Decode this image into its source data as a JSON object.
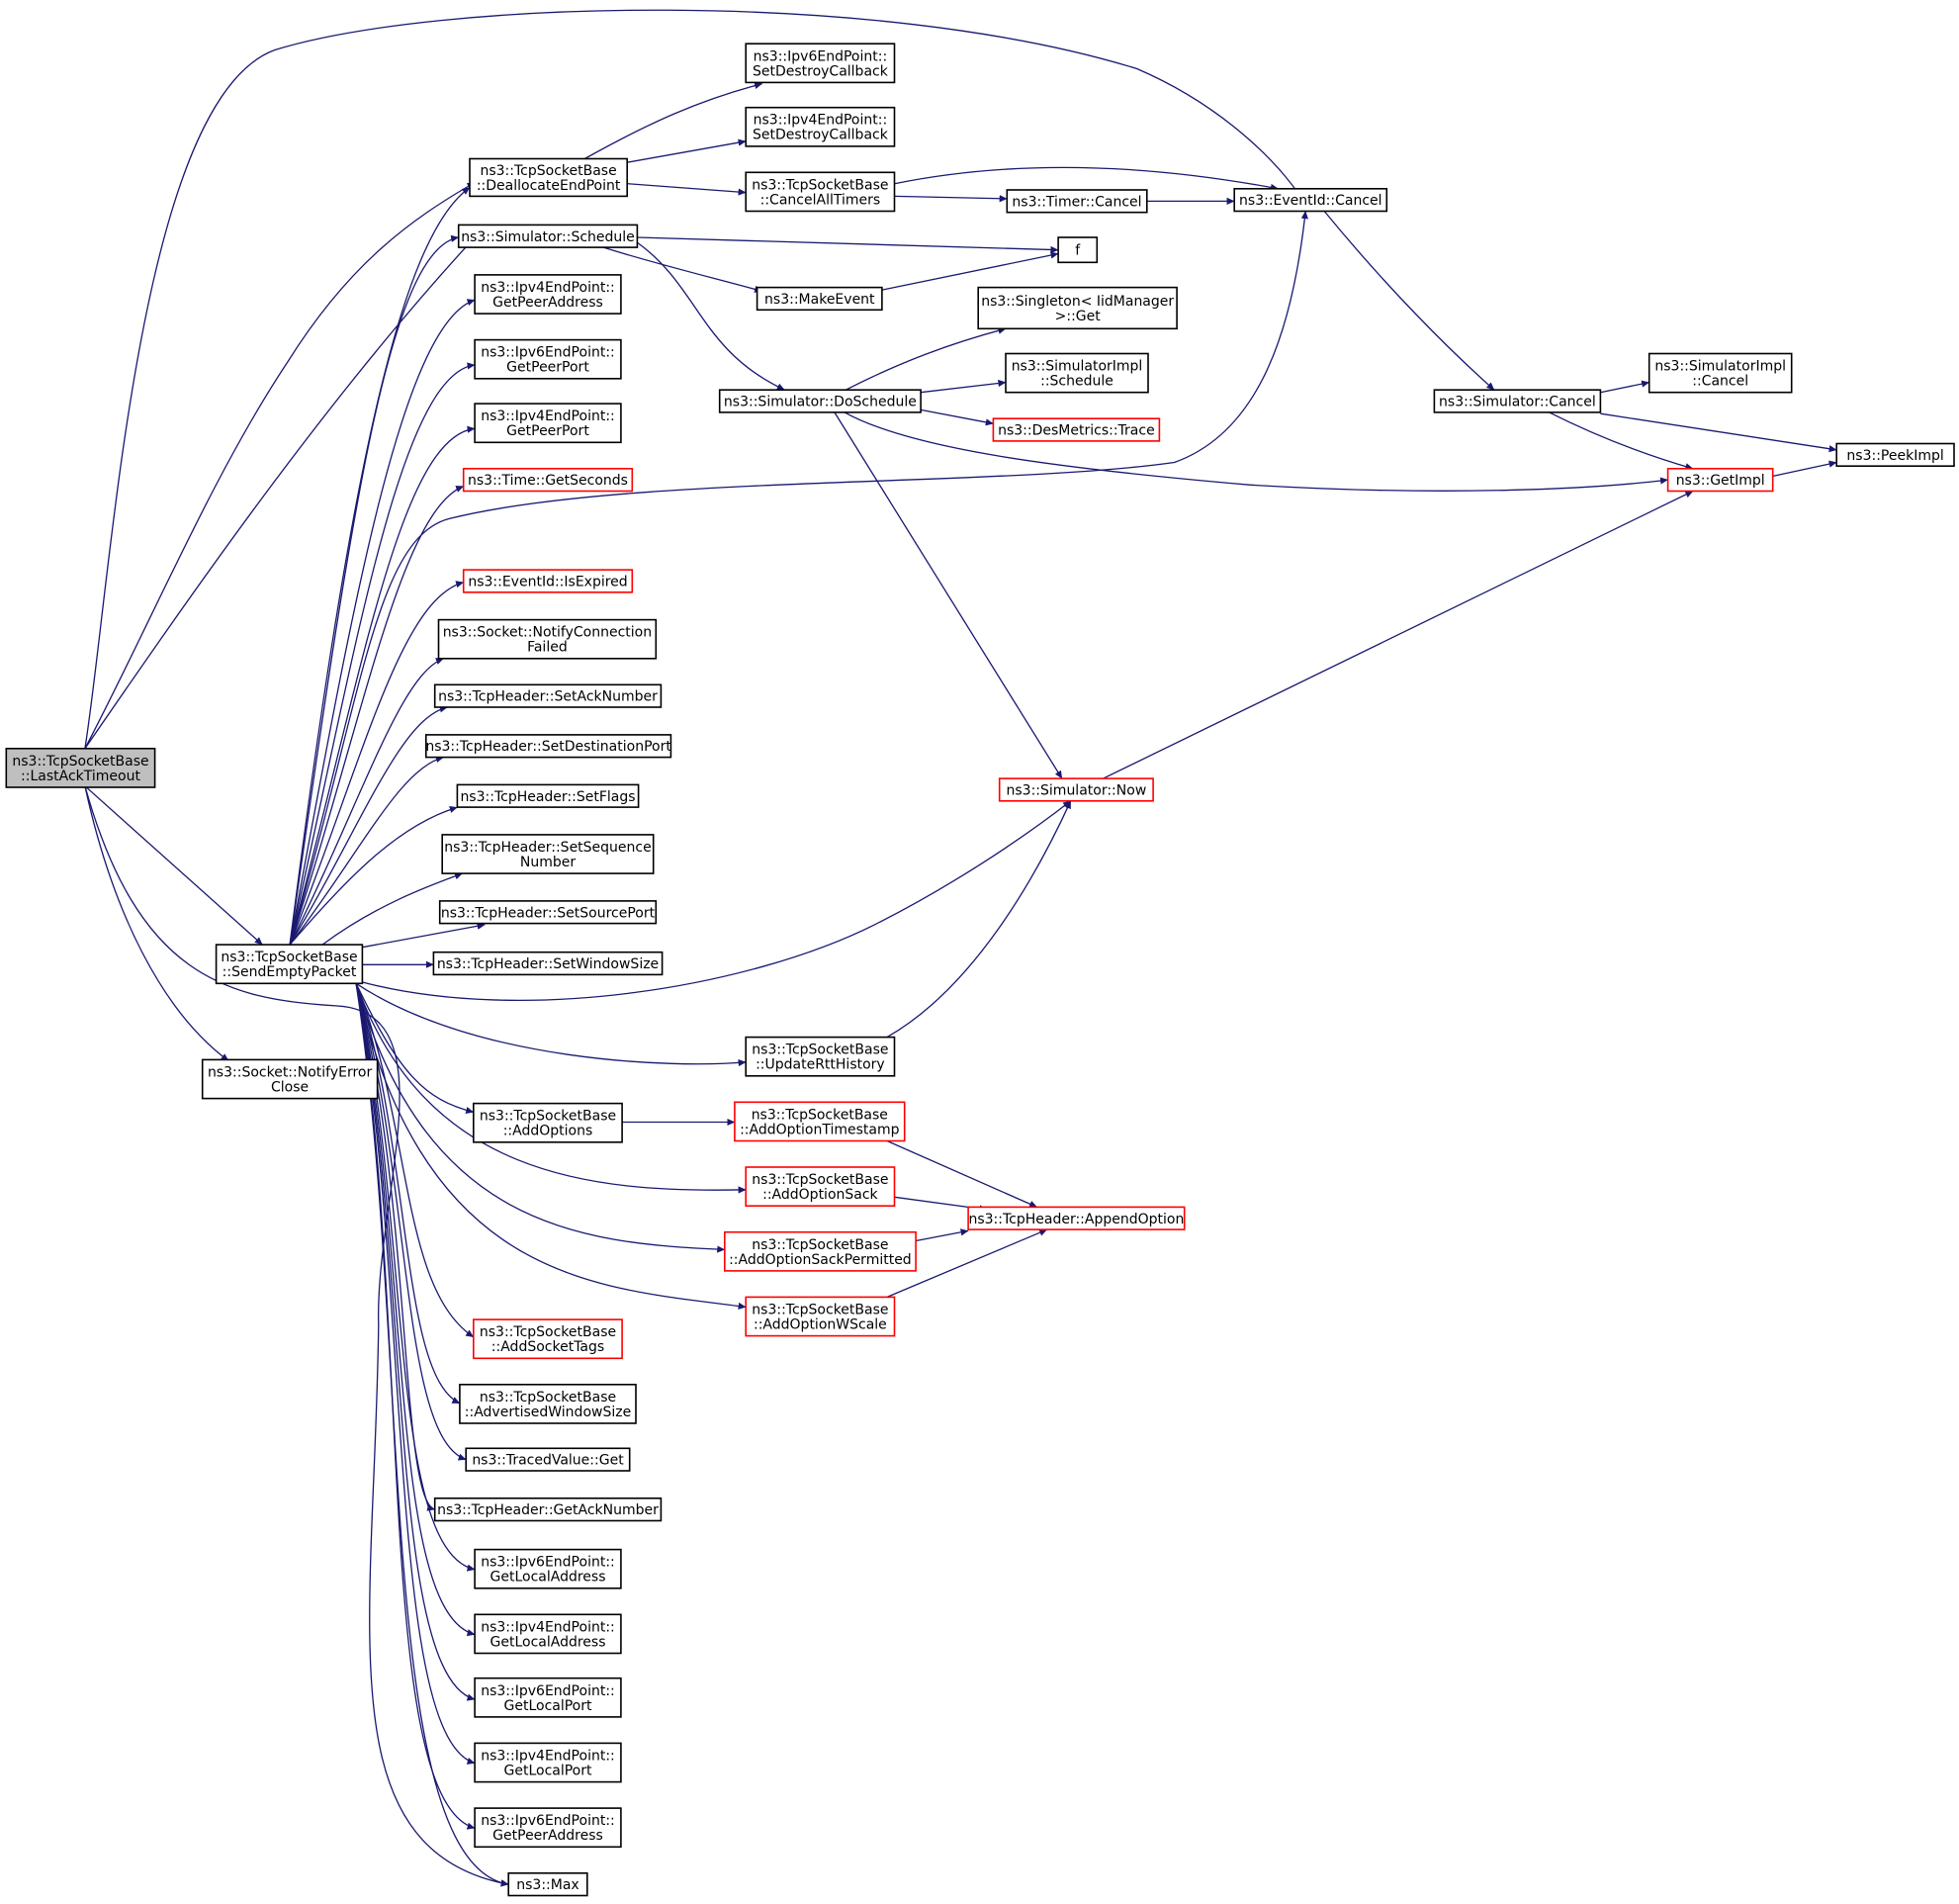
{
  "colors": {
    "edge": "#191970",
    "border_normal": "#000000",
    "border_truncated": "#ff0000",
    "root_fill": "#bfbfbf",
    "node_fill": "#ffffff"
  },
  "nodes": [
    {
      "id": "root",
      "lines": [
        "ns3::TcpSocketBase",
        "::LastAckTimeout"
      ],
      "style": "root"
    },
    {
      "id": "dealloc",
      "lines": [
        "ns3::TcpSocketBase",
        "::DeallocateEndPoint"
      ],
      "style": "normal"
    },
    {
      "id": "sched",
      "lines": [
        "ns3::Simulator::Schedule"
      ],
      "style": "normal"
    },
    {
      "id": "ipv4PeerAddr",
      "lines": [
        "ns3::Ipv4EndPoint::",
        "GetPeerAddress"
      ],
      "style": "normal"
    },
    {
      "id": "ipv6PeerPort",
      "lines": [
        "ns3::Ipv6EndPoint::",
        "GetPeerPort"
      ],
      "style": "normal"
    },
    {
      "id": "ipv4PeerPort",
      "lines": [
        "ns3::Ipv4EndPoint::",
        "GetPeerPort"
      ],
      "style": "normal"
    },
    {
      "id": "getSeconds",
      "lines": [
        "ns3::Time::GetSeconds"
      ],
      "style": "truncated"
    },
    {
      "id": "isExpired",
      "lines": [
        "ns3::EventId::IsExpired"
      ],
      "style": "truncated"
    },
    {
      "id": "notifyConnFailed",
      "lines": [
        "ns3::Socket::NotifyConnection",
        "Failed"
      ],
      "style": "normal"
    },
    {
      "id": "setAck",
      "lines": [
        "ns3::TcpHeader::SetAckNumber"
      ],
      "style": "normal"
    },
    {
      "id": "setDestPort",
      "lines": [
        "ns3::TcpHeader::SetDestinationPort"
      ],
      "style": "normal"
    },
    {
      "id": "setFlags",
      "lines": [
        "ns3::TcpHeader::SetFlags"
      ],
      "style": "normal"
    },
    {
      "id": "setSeq",
      "lines": [
        "ns3::TcpHeader::SetSequence",
        "Number"
      ],
      "style": "normal"
    },
    {
      "id": "setSrcPort",
      "lines": [
        "ns3::TcpHeader::SetSourcePort"
      ],
      "style": "normal"
    },
    {
      "id": "setWin",
      "lines": [
        "ns3::TcpHeader::SetWindowSize"
      ],
      "style": "normal"
    },
    {
      "id": "sendEmpty",
      "lines": [
        "ns3::TcpSocketBase",
        "::SendEmptyPacket"
      ],
      "style": "normal"
    },
    {
      "id": "notifyErrClose",
      "lines": [
        "ns3::Socket::NotifyError",
        "Close"
      ],
      "style": "normal"
    },
    {
      "id": "addOptions",
      "lines": [
        "ns3::TcpSocketBase",
        "::AddOptions"
      ],
      "style": "normal"
    },
    {
      "id": "addSocketTags",
      "lines": [
        "ns3::TcpSocketBase",
        "::AddSocketTags"
      ],
      "style": "truncated"
    },
    {
      "id": "advWin",
      "lines": [
        "ns3::TcpSocketBase",
        "::AdvertisedWindowSize"
      ],
      "style": "normal"
    },
    {
      "id": "tracedGet",
      "lines": [
        "ns3::TracedValue::Get"
      ],
      "style": "normal"
    },
    {
      "id": "getAck",
      "lines": [
        "ns3::TcpHeader::GetAckNumber"
      ],
      "style": "normal"
    },
    {
      "id": "ipv6LocalAddr",
      "lines": [
        "ns3::Ipv6EndPoint::",
        "GetLocalAddress"
      ],
      "style": "normal"
    },
    {
      "id": "ipv4LocalAddr",
      "lines": [
        "ns3::Ipv4EndPoint::",
        "GetLocalAddress"
      ],
      "style": "normal"
    },
    {
      "id": "ipv6LocalPort",
      "lines": [
        "ns3::Ipv6EndPoint::",
        "GetLocalPort"
      ],
      "style": "normal"
    },
    {
      "id": "ipv4LocalPort",
      "lines": [
        "ns3::Ipv4EndPoint::",
        "GetLocalPort"
      ],
      "style": "normal"
    },
    {
      "id": "ipv6PeerAddr",
      "lines": [
        "ns3::Ipv6EndPoint::",
        "GetPeerAddress"
      ],
      "style": "normal"
    },
    {
      "id": "max",
      "lines": [
        "ns3::Max"
      ],
      "style": "normal"
    },
    {
      "id": "ipv6SetDestroy",
      "lines": [
        "ns3::Ipv6EndPoint::",
        "SetDestroyCallback"
      ],
      "style": "normal"
    },
    {
      "id": "ipv4SetDestroy",
      "lines": [
        "ns3::Ipv4EndPoint::",
        "SetDestroyCallback"
      ],
      "style": "normal"
    },
    {
      "id": "cancelAll",
      "lines": [
        "ns3::TcpSocketBase",
        "::CancelAllTimers"
      ],
      "style": "normal"
    },
    {
      "id": "makeEvent",
      "lines": [
        "ns3::MakeEvent"
      ],
      "style": "normal"
    },
    {
      "id": "doSchedule",
      "lines": [
        "ns3::Simulator::DoSchedule"
      ],
      "style": "normal"
    },
    {
      "id": "updateRtt",
      "lines": [
        "ns3::TcpSocketBase",
        "::UpdateRttHistory"
      ],
      "style": "normal"
    },
    {
      "id": "addOptTs",
      "lines": [
        "ns3::TcpSocketBase",
        "::AddOptionTimestamp"
      ],
      "style": "truncated"
    },
    {
      "id": "addOptSack",
      "lines": [
        "ns3::TcpSocketBase",
        "::AddOptionSack"
      ],
      "style": "truncated"
    },
    {
      "id": "addOptSackPerm",
      "lines": [
        "ns3::TcpSocketBase",
        "::AddOptionSackPermitted"
      ],
      "style": "truncated"
    },
    {
      "id": "addOptWScale",
      "lines": [
        "ns3::TcpSocketBase",
        "::AddOptionWScale"
      ],
      "style": "truncated"
    },
    {
      "id": "timerCancel",
      "lines": [
        "ns3::Timer::Cancel"
      ],
      "style": "normal"
    },
    {
      "id": "f",
      "lines": [
        "f"
      ],
      "style": "normal"
    },
    {
      "id": "singletonGet",
      "lines": [
        "ns3::Singleton< IidManager",
        " >::Get"
      ],
      "style": "normal"
    },
    {
      "id": "simImplSchedule",
      "lines": [
        "ns3::SimulatorImpl",
        "::Schedule"
      ],
      "style": "normal"
    },
    {
      "id": "desTrace",
      "lines": [
        "ns3::DesMetrics::Trace"
      ],
      "style": "truncated"
    },
    {
      "id": "now",
      "lines": [
        "ns3::Simulator::Now"
      ],
      "style": "truncated"
    },
    {
      "id": "appendOpt",
      "lines": [
        "ns3::TcpHeader::AppendOption"
      ],
      "style": "truncated"
    },
    {
      "id": "eventCancel",
      "lines": [
        "ns3::EventId::Cancel"
      ],
      "style": "normal"
    },
    {
      "id": "simCancel",
      "lines": [
        "ns3::Simulator::Cancel"
      ],
      "style": "normal"
    },
    {
      "id": "simImplCancel",
      "lines": [
        "ns3::SimulatorImpl",
        "::Cancel"
      ],
      "style": "normal"
    },
    {
      "id": "getImpl",
      "lines": [
        "ns3::GetImpl"
      ],
      "style": "truncated"
    },
    {
      "id": "peekImpl",
      "lines": [
        "ns3::PeekImpl"
      ],
      "style": "normal"
    }
  ],
  "edges": [
    [
      "root",
      "eventCancel"
    ],
    [
      "root",
      "dealloc"
    ],
    [
      "root",
      "sched"
    ],
    [
      "root",
      "sendEmpty"
    ],
    [
      "root",
      "notifyErrClose"
    ],
    [
      "root",
      "max"
    ],
    [
      "dealloc",
      "ipv6SetDestroy"
    ],
    [
      "dealloc",
      "ipv4SetDestroy"
    ],
    [
      "dealloc",
      "cancelAll"
    ],
    [
      "cancelAll",
      "eventCancel"
    ],
    [
      "cancelAll",
      "timerCancel"
    ],
    [
      "timerCancel",
      "eventCancel"
    ],
    [
      "sched",
      "f"
    ],
    [
      "sched",
      "makeEvent"
    ],
    [
      "sched",
      "doSchedule"
    ],
    [
      "makeEvent",
      "f"
    ],
    [
      "doSchedule",
      "singletonGet"
    ],
    [
      "doSchedule",
      "simImplSchedule"
    ],
    [
      "doSchedule",
      "desTrace"
    ],
    [
      "doSchedule",
      "getImpl"
    ],
    [
      "doSchedule",
      "now"
    ],
    [
      "eventCancel",
      "simCancel"
    ],
    [
      "simCancel",
      "simImplCancel"
    ],
    [
      "simCancel",
      "getImpl"
    ],
    [
      "simCancel",
      "peekImpl"
    ],
    [
      "getImpl",
      "peekImpl"
    ],
    [
      "now",
      "getImpl"
    ],
    [
      "sendEmpty",
      "dealloc"
    ],
    [
      "sendEmpty",
      "sched"
    ],
    [
      "sendEmpty",
      "ipv4PeerAddr"
    ],
    [
      "sendEmpty",
      "ipv6PeerPort"
    ],
    [
      "sendEmpty",
      "ipv4PeerPort"
    ],
    [
      "sendEmpty",
      "getSeconds"
    ],
    [
      "sendEmpty",
      "eventCancel"
    ],
    [
      "sendEmpty",
      "isExpired"
    ],
    [
      "sendEmpty",
      "notifyConnFailed"
    ],
    [
      "sendEmpty",
      "setAck"
    ],
    [
      "sendEmpty",
      "setDestPort"
    ],
    [
      "sendEmpty",
      "setFlags"
    ],
    [
      "sendEmpty",
      "setSeq"
    ],
    [
      "sendEmpty",
      "setSrcPort"
    ],
    [
      "sendEmpty",
      "setWin"
    ],
    [
      "sendEmpty",
      "now"
    ],
    [
      "sendEmpty",
      "updateRtt"
    ],
    [
      "sendEmpty",
      "addOptions"
    ],
    [
      "sendEmpty",
      "addOptSack"
    ],
    [
      "sendEmpty",
      "addOptSackPerm"
    ],
    [
      "sendEmpty",
      "addOptWScale"
    ],
    [
      "sendEmpty",
      "addSocketTags"
    ],
    [
      "sendEmpty",
      "advWin"
    ],
    [
      "sendEmpty",
      "tracedGet"
    ],
    [
      "sendEmpty",
      "getAck"
    ],
    [
      "sendEmpty",
      "ipv6LocalAddr"
    ],
    [
      "sendEmpty",
      "ipv4LocalAddr"
    ],
    [
      "sendEmpty",
      "ipv6LocalPort"
    ],
    [
      "sendEmpty",
      "ipv4LocalPort"
    ],
    [
      "sendEmpty",
      "ipv6PeerAddr"
    ],
    [
      "sendEmpty",
      "max"
    ],
    [
      "updateRtt",
      "now"
    ],
    [
      "addOptions",
      "addOptTs"
    ],
    [
      "addOptTs",
      "appendOpt"
    ],
    [
      "addOptSack",
      "appendOpt"
    ],
    [
      "addOptSackPerm",
      "appendOpt"
    ],
    [
      "addOptWScale",
      "appendOpt"
    ]
  ]
}
